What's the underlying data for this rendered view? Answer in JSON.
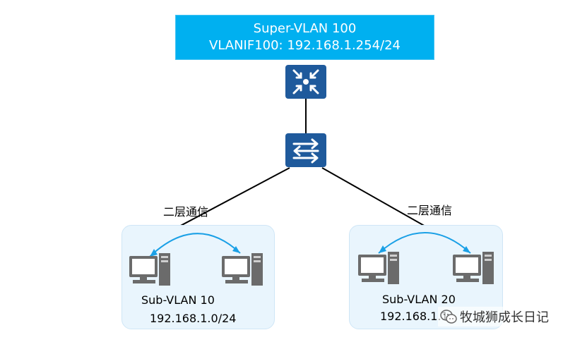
{
  "banner": {
    "line1": "Super-VLAN 100",
    "line2": "VLANIF100: 192.168.1.254/24"
  },
  "devices": {
    "router_icon": "router-icon",
    "switch_icon": "switch-icon",
    "pc_icon": "pc-icon"
  },
  "groups": [
    {
      "comm_label": "二层通信",
      "name": "Sub-VLAN 10",
      "subnet": "192.168.1.0/24"
    },
    {
      "comm_label": "二层通信",
      "name": "Sub-VLAN 20",
      "subnet": "192.168.1.1"
    }
  ],
  "watermark": {
    "text": "牧城狮成长日记"
  },
  "colors": {
    "banner": "#00b0f0",
    "device": "#1f5a9c",
    "group_bg": "#e9f5fd",
    "arrow": "#1aa0e6"
  }
}
